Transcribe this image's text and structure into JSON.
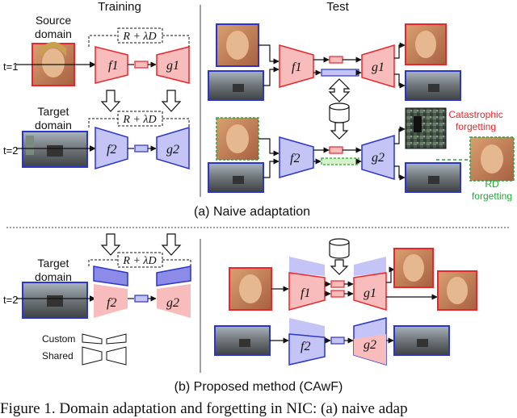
{
  "section_headers": {
    "training": "Training",
    "test": "Test"
  },
  "row_labels": {
    "t1": "t=1",
    "t2": "t=2",
    "t2b": "t=2"
  },
  "domain_labels": {
    "source_l1": "Source",
    "source_l2": "domain",
    "target_l1": "Target",
    "target_l2": "domain",
    "target_b_l1": "Target",
    "target_b_l2": "domain"
  },
  "loss_label": "R + λD",
  "blocks": {
    "f1": "f1",
    "g1": "g1",
    "f2": "f2",
    "g2": "g2"
  },
  "annotations": {
    "catastrophic_l1": "Catastrophic",
    "catastrophic_l2": "forgetting",
    "rd_l1": "RD",
    "rd_l2": "forgetting"
  },
  "legend": {
    "custom": "Custom",
    "shared": "Shared"
  },
  "subcaptions": {
    "a": "(a) Naive adaptation",
    "b": "(b) Proposed method (CAwF)"
  },
  "figure_caption": "Figure 1. Domain adaptation and forgetting in NIC: (a) naive adap",
  "colors": {
    "source_red": "#e8262b",
    "target_blue": "#2b35c8",
    "pink_fill": "#f8bcbc",
    "lavender_fill": "#c4c4f6",
    "custom_fill": "#8c8ce8",
    "forgetting_green": "#22a83a"
  }
}
